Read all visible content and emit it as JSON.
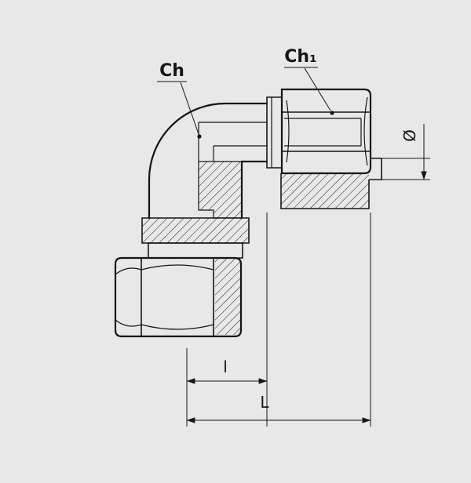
{
  "diagram": {
    "labels": {
      "ch": "Ch",
      "ch1": "Ch₁",
      "diameter": "Ø",
      "l": "l",
      "L": "L"
    },
    "colors": {
      "background": "#e8e8e8",
      "line": "#161616"
    }
  }
}
